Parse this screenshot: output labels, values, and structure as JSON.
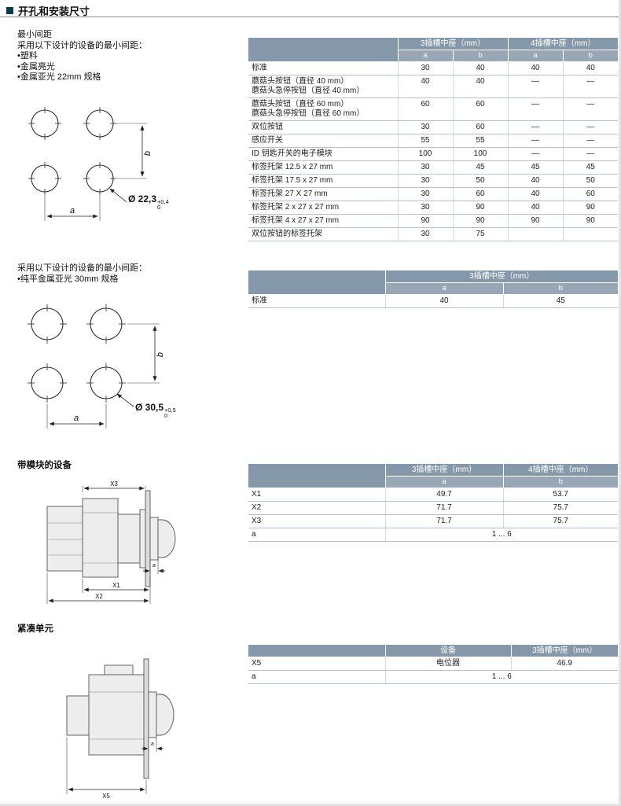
{
  "page": {
    "title": "开孔和安装尺寸"
  },
  "intro": {
    "heading": "最小间距",
    "line1": "采用以下设计的设备的最小间距：",
    "bullets": [
      "•塑料",
      "•金属亮光",
      "•金属亚光 22mm 规格"
    ],
    "line2": "采用以下设计的设备的最小间距：",
    "bullets2": [
      "•纯平金属亚光 30mm 规格"
    ]
  },
  "diagram1": {
    "dim_a": "a",
    "dim_b": "b",
    "diameter": "Ø 22,3",
    "tol_sup": "+0,4",
    "tol_sub": "0"
  },
  "diagram2": {
    "dim_a": "a",
    "dim_b": "b",
    "diameter": "Ø 30,5",
    "tol_sup": "+0,5",
    "tol_sub": "0"
  },
  "table1": {
    "head": {
      "g3": "3插槽中座（mm）",
      "g4": "4插槽中座（mm）",
      "sub": [
        "a",
        "b",
        "a",
        "b"
      ]
    },
    "rows": [
      {
        "label": "标准",
        "values": [
          "30",
          "40",
          "40",
          "40"
        ]
      },
      {
        "label": "蘑菇头按钮（直径 40 mm）",
        "label2": "蘑菇头急停按钮（直径 40 mm）",
        "values": [
          "40",
          "40",
          "—",
          "—"
        ]
      },
      {
        "label": "蘑菇头按钮（直径 60 mm）",
        "label2": "蘑菇头急停按钮（直径 60 mm）",
        "values": [
          "60",
          "60",
          "—",
          "—"
        ]
      },
      {
        "label": "双位按钮",
        "values": [
          "30",
          "60",
          "—",
          "—"
        ]
      },
      {
        "label": "感应开关",
        "values": [
          "55",
          "55",
          "—",
          "—"
        ]
      },
      {
        "label": "ID 钥匙开关的电子模块",
        "values": [
          "100",
          "100",
          "—",
          "—"
        ]
      },
      {
        "label": "标签托架 12.5 x 27 mm",
        "values": [
          "30",
          "45",
          "45",
          "45"
        ]
      },
      {
        "label": "标签托架 17.5 x 27 mm",
        "values": [
          "30",
          "50",
          "40",
          "50"
        ]
      },
      {
        "label": "标签托架 27 X 27 mm",
        "values": [
          "30",
          "60",
          "40",
          "60"
        ]
      },
      {
        "label": "标签托架 2 x 27 x 27 mm",
        "values": [
          "30",
          "90",
          "40",
          "90"
        ]
      },
      {
        "label": "标签托架 4 x 27 x 27 mm",
        "values": [
          "90",
          "90",
          "90",
          "90"
        ]
      },
      {
        "label": "双位按钮的标签托架",
        "values": [
          "30",
          "75",
          "",
          ""
        ]
      }
    ]
  },
  "table2": {
    "head": {
      "g3": "3插槽中座（mm）",
      "sub": [
        "a",
        "b"
      ]
    },
    "row": {
      "label": "标准",
      "a": "40",
      "b": "45"
    }
  },
  "section_modules": {
    "heading": "带模块的设备"
  },
  "diagram3": {
    "x1": "X1",
    "x2": "X2",
    "x3": "X3",
    "a": "a"
  },
  "table3": {
    "head": {
      "g3": "3插槽中座（mm）",
      "g4": "4插槽中座（mm）",
      "sub": [
        "a",
        "b"
      ]
    },
    "rows": [
      {
        "label": "X1",
        "values": [
          "49.7",
          "53.7"
        ]
      },
      {
        "label": "X2",
        "values": [
          "71.7",
          "75.7"
        ]
      },
      {
        "label": "X3",
        "values": [
          "71.7",
          "75.7"
        ]
      }
    ],
    "span_row": {
      "label": "a",
      "value": "1 ... 6"
    }
  },
  "section_compact": {
    "heading": "紧凑单元"
  },
  "diagram4": {
    "x5": "X5",
    "a": "a"
  },
  "table4": {
    "head": {
      "device": "设备",
      "g3": "3插槽中座（mm）"
    },
    "row_x5": {
      "label": "X5",
      "device": "电位器",
      "value": "46.9"
    },
    "span_row": {
      "label": "a",
      "value": "1 ... 6"
    }
  }
}
